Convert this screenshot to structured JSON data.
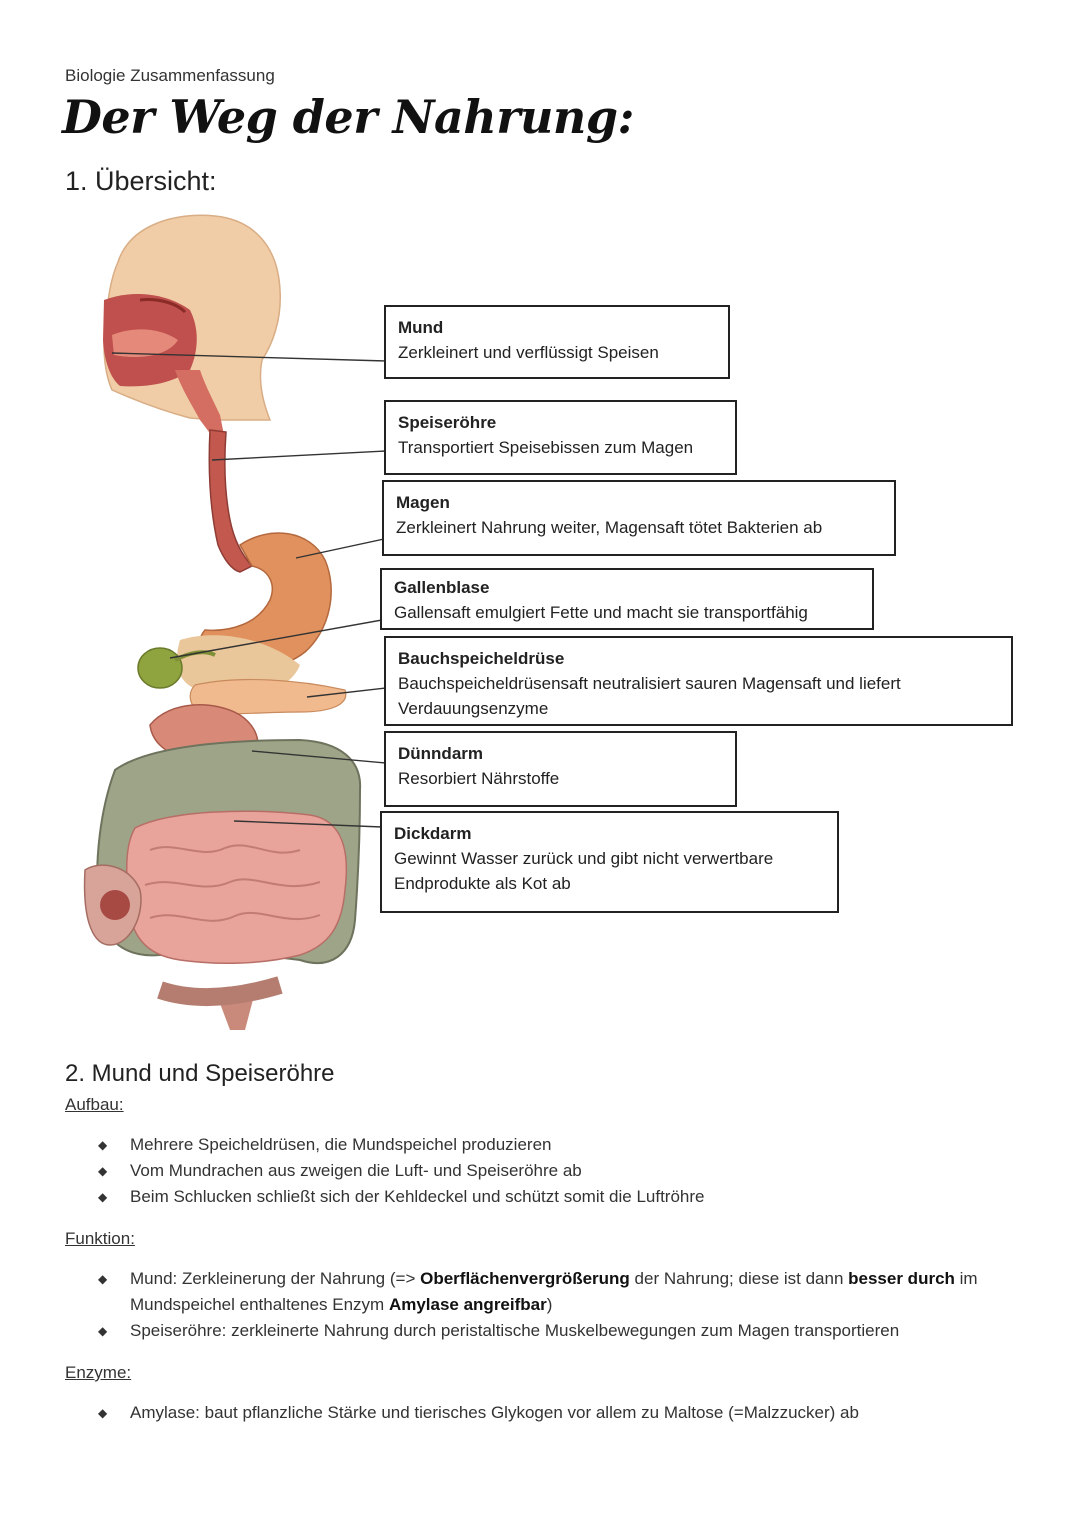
{
  "header": {
    "subject": "Biologie Zusammenfassung",
    "title": "Der Weg der Nahrung:"
  },
  "section1": {
    "heading": "1. Übersicht:",
    "organs": [
      {
        "name": "Mund",
        "desc": "Zerkleinert und verflüssigt Speisen"
      },
      {
        "name": "Speiseröhre",
        "desc": "Transportiert Speisebissen zum Magen"
      },
      {
        "name": "Magen",
        "desc": "Zerkleinert Nahrung weiter, Magensaft tötet Bakterien ab"
      },
      {
        "name": "Gallenblase",
        "desc": "Gallensaft emulgiert Fette und macht sie transportfähig"
      },
      {
        "name": "Bauchspeicheldrüse",
        "desc": "Bauchspeicheldrüsensaft neutralisiert sauren Magensaft und liefert Verdauungsenzyme"
      },
      {
        "name": "Dünndarm",
        "desc": "Resorbiert Nährstoffe"
      },
      {
        "name": "Dickdarm",
        "desc": "Gewinnt Wasser zurück und gibt nicht verwertbare Endprodukte als Kot ab"
      }
    ]
  },
  "section2": {
    "heading": "2. Mund und Speiseröhre",
    "aufbau": {
      "label": "Aufbau:",
      "items": [
        "Mehrere Speicheldrüsen, die Mundspeichel produzieren",
        "Vom Mundrachen aus zweigen die Luft- und Speiseröhre ab",
        "Beim Schlucken schließt sich der Kehldeckel und schützt somit die Luftröhre"
      ]
    },
    "funktion": {
      "label": "Funktion:",
      "item1": {
        "p1": "Mund: Zerkleinerung der Nahrung (=> ",
        "b1": "Oberflächenvergrößerung",
        "p2": " der Nahrung; diese ist dann ",
        "b2": "besser durch",
        "p3": " im Mundspeichel enthaltenes Enzym ",
        "b3": "Amylase angreifbar",
        "p4": ")"
      },
      "item2": "Speiseröhre: zerkleinerte Nahrung durch peristaltische Muskelbewegungen zum Magen transportieren"
    },
    "enzyme": {
      "label": "Enzyme:",
      "items": [
        "Amylase: baut pflanzliche Stärke und tierisches Glykogen vor allem zu Maltose (=Malzzucker) ab"
      ]
    }
  }
}
